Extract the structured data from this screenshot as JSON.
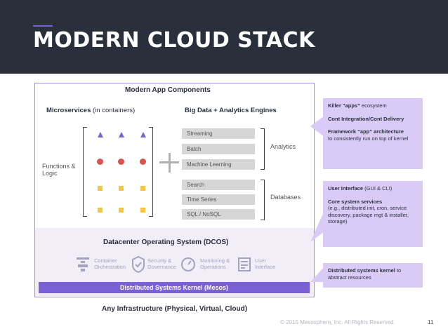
{
  "header": {
    "title": "MODERN CLOUD STACK"
  },
  "diagram": {
    "modern_app_title": "Modern App Components",
    "microservices": {
      "bold": "Microservices",
      "rest": " (in containers)"
    },
    "bigdata_title": "Big Data + Analytics Engines",
    "functions_label_line1": "Functions &",
    "functions_label_line2": "Logic",
    "analytics_items": [
      "Streaming",
      "Batch",
      "Machine Learning"
    ],
    "analytics_label": "Analytics",
    "database_items": [
      "Search",
      "Time Series",
      "SQL / NoSQL"
    ],
    "databases_label": "Databases",
    "dcos_title": "Datacenter Operating System (DCOS)",
    "dcos_components": [
      {
        "icon": "container-orchestration-icon",
        "line1": "Container",
        "line2": "Orchestration"
      },
      {
        "icon": "security-governance-icon",
        "line1": "Security &",
        "line2": "Governance"
      },
      {
        "icon": "monitoring-operations-icon",
        "line1": "Monitoring &",
        "line2": "Operations"
      },
      {
        "icon": "user-interface-icon",
        "line1": "User",
        "line2": "Interface"
      }
    ],
    "kernel_label": "Distributed Systems Kernel (Mesos)",
    "infrastructure_label": "Any Infrastructure (Physical, Virtual, Cloud)"
  },
  "callouts": {
    "box1": {
      "item1_bold": "Killer “apps”",
      "item1_rest": " ecosystem",
      "item2_bold": "Cont Integration/Cont Delivery",
      "item3_bold": "Framework “app” architecture",
      "item3_rest": "to consistently run on top of kernel"
    },
    "box2": {
      "item1_bold": "User Interface",
      "item1_rest": " (GUI & CLI)",
      "item2_bold": "Core system services",
      "item2_rest": "(e.g., distributed init, cron, service discovery, package mgt & installer, storage)"
    },
    "box3": {
      "item1_bold": "Distributed systems kernel",
      "item1_rest": " to abstract resources"
    }
  },
  "footer": {
    "copyright": "© 2015 Mesosphere, Inc. All Rights Reserved.",
    "page_number": "11"
  },
  "colors": {
    "header_bg": "#2a2f3c",
    "accent_purple": "#7b5fd6",
    "callout_bg": "#d9cbf6",
    "border": "#a590de"
  }
}
